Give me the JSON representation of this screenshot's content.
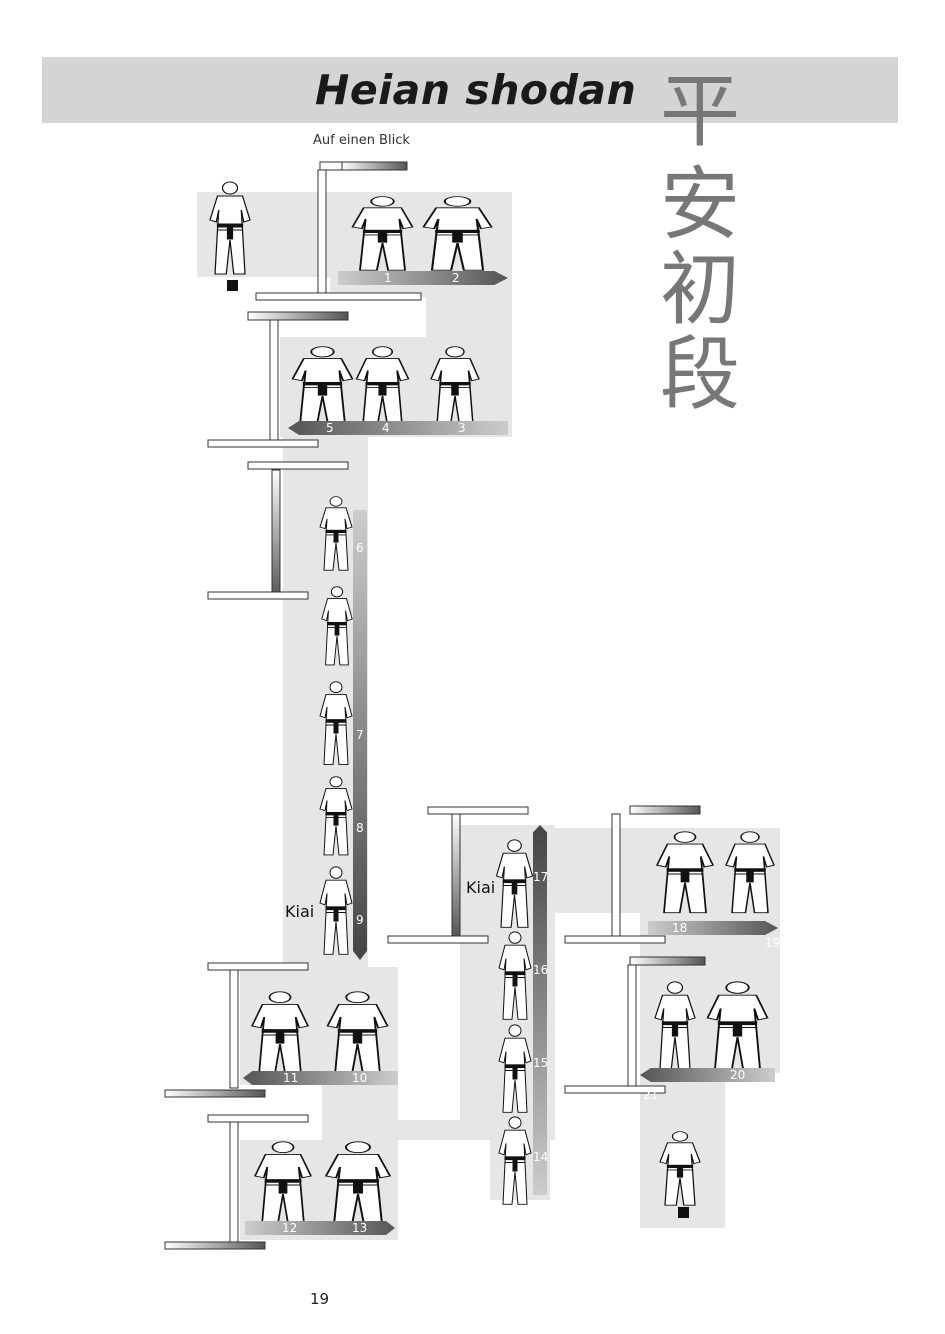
{
  "header": {
    "title": "Heian shodan",
    "kanji": [
      "平",
      "安",
      "初",
      "段"
    ],
    "subtitle": "Auf einen Blick"
  },
  "steps": [
    "1",
    "2",
    "3",
    "4",
    "5",
    "6",
    "7",
    "8",
    "9",
    "10",
    "11",
    "12",
    "13",
    "14",
    "15",
    "16",
    "17",
    "18",
    "19",
    "20",
    "21"
  ],
  "kiai": [
    "Kiai",
    "Kiai"
  ],
  "page_number": "19"
}
